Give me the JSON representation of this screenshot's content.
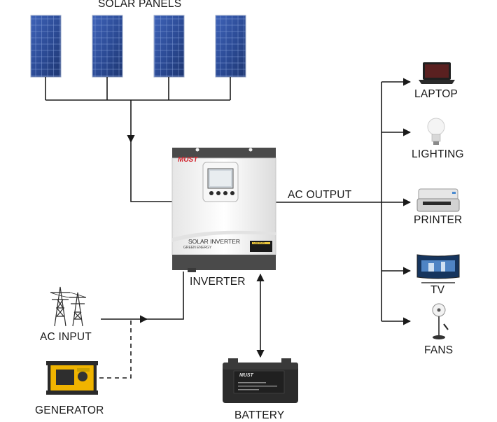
{
  "labels": {
    "solar_panels": "SOLAR PANELS",
    "inverter": "INVERTER",
    "ac_output": "AC OUTPUT",
    "ac_input": "AC INPUT",
    "generator": "GENERATOR",
    "battery": "BATTERY",
    "laptop": "LAPTOP",
    "lighting": "LIGHTING",
    "printer": "PRINTER",
    "tv": "TV",
    "fans": "FANS"
  },
  "inverter_panel": {
    "brand": "MUST",
    "model_text": "SOLAR INVERTER",
    "subtitle": "GREEN ENERGY",
    "caution": "CAUTION"
  },
  "battery_panel": {
    "brand": "MUST"
  },
  "colors": {
    "line": "#1a1a1a",
    "panel_blue": "#2d4d9a",
    "brand_red": "#d0202a",
    "inverter_dark": "#4a4a4a"
  }
}
